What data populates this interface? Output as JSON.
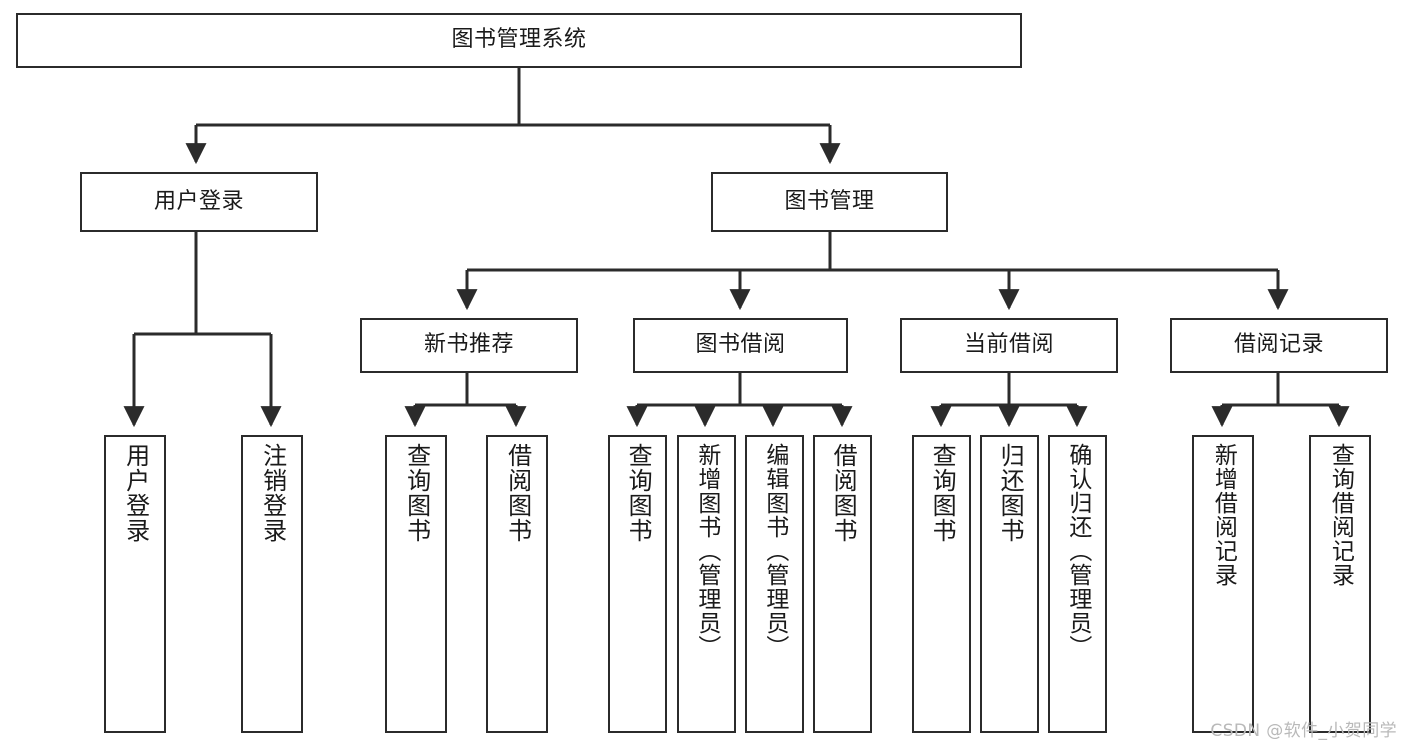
{
  "diagram": {
    "title": "图书管理系统",
    "type": "tree-hierarchy",
    "orientation": "top-down",
    "line_color": "#2b2b2b",
    "box_fill": "#ffffff",
    "text_color": "#1a1a1a"
  },
  "root": {
    "label": "图书管理系统"
  },
  "level2": [
    {
      "label": "用户登录"
    },
    {
      "label": "图书管理"
    }
  ],
  "level3": [
    {
      "label": "新书推荐"
    },
    {
      "label": "图书借阅"
    },
    {
      "label": "当前借阅"
    },
    {
      "label": "借阅记录"
    }
  ],
  "leaves": {
    "user_login": [
      {
        "label": "用户登录"
      },
      {
        "label": "注销登录"
      }
    ],
    "new_book_recommend": [
      {
        "label": "查询图书"
      },
      {
        "label": "借阅图书"
      }
    ],
    "book_borrow": [
      {
        "label": "查询图书"
      },
      {
        "label": "新增图书（管理员）"
      },
      {
        "label": "编辑图书（管理员）"
      },
      {
        "label": "借阅图书"
      }
    ],
    "current_borrow": [
      {
        "label": "查询图书"
      },
      {
        "label": "归还图书"
      },
      {
        "label": "确认归还（管理员）"
      }
    ],
    "borrow_record": [
      {
        "label": "新增借阅记录"
      },
      {
        "label": "查询借阅记录"
      }
    ]
  },
  "watermark": {
    "text": "CSDN @软件_小贺同学"
  },
  "chart_data": {
    "type": "table",
    "title": "图书管理系统 功能结构图",
    "nodes": [
      {
        "id": "root",
        "label": "图书管理系统",
        "level": 1,
        "parent": null
      },
      {
        "id": "user-login",
        "label": "用户登录",
        "level": 2,
        "parent": "root"
      },
      {
        "id": "book-manage",
        "label": "图书管理",
        "level": 2,
        "parent": "root"
      },
      {
        "id": "new-book",
        "label": "新书推荐",
        "level": 3,
        "parent": "book-manage"
      },
      {
        "id": "book-borrow",
        "label": "图书借阅",
        "level": 3,
        "parent": "book-manage"
      },
      {
        "id": "current-borrow",
        "label": "当前借阅",
        "level": 3,
        "parent": "book-manage"
      },
      {
        "id": "borrow-record",
        "label": "借阅记录",
        "level": 3,
        "parent": "book-manage"
      },
      {
        "id": "leaf-1",
        "label": "用户登录",
        "level": 3,
        "parent": "user-login"
      },
      {
        "id": "leaf-2",
        "label": "注销登录",
        "level": 3,
        "parent": "user-login"
      },
      {
        "id": "leaf-3",
        "label": "查询图书",
        "level": 4,
        "parent": "new-book"
      },
      {
        "id": "leaf-4",
        "label": "借阅图书",
        "level": 4,
        "parent": "new-book"
      },
      {
        "id": "leaf-5",
        "label": "查询图书",
        "level": 4,
        "parent": "book-borrow"
      },
      {
        "id": "leaf-6",
        "label": "新增图书（管理员）",
        "level": 4,
        "parent": "book-borrow"
      },
      {
        "id": "leaf-7",
        "label": "编辑图书（管理员）",
        "level": 4,
        "parent": "book-borrow"
      },
      {
        "id": "leaf-8",
        "label": "借阅图书",
        "level": 4,
        "parent": "book-borrow"
      },
      {
        "id": "leaf-9",
        "label": "查询图书",
        "level": 4,
        "parent": "current-borrow"
      },
      {
        "id": "leaf-10",
        "label": "归还图书",
        "level": 4,
        "parent": "current-borrow"
      },
      {
        "id": "leaf-11",
        "label": "确认归还（管理员）",
        "level": 4,
        "parent": "current-borrow"
      },
      {
        "id": "leaf-12",
        "label": "新增借阅记录",
        "level": 4,
        "parent": "borrow-record"
      },
      {
        "id": "leaf-13",
        "label": "查询借阅记录",
        "level": 4,
        "parent": "borrow-record"
      }
    ]
  }
}
